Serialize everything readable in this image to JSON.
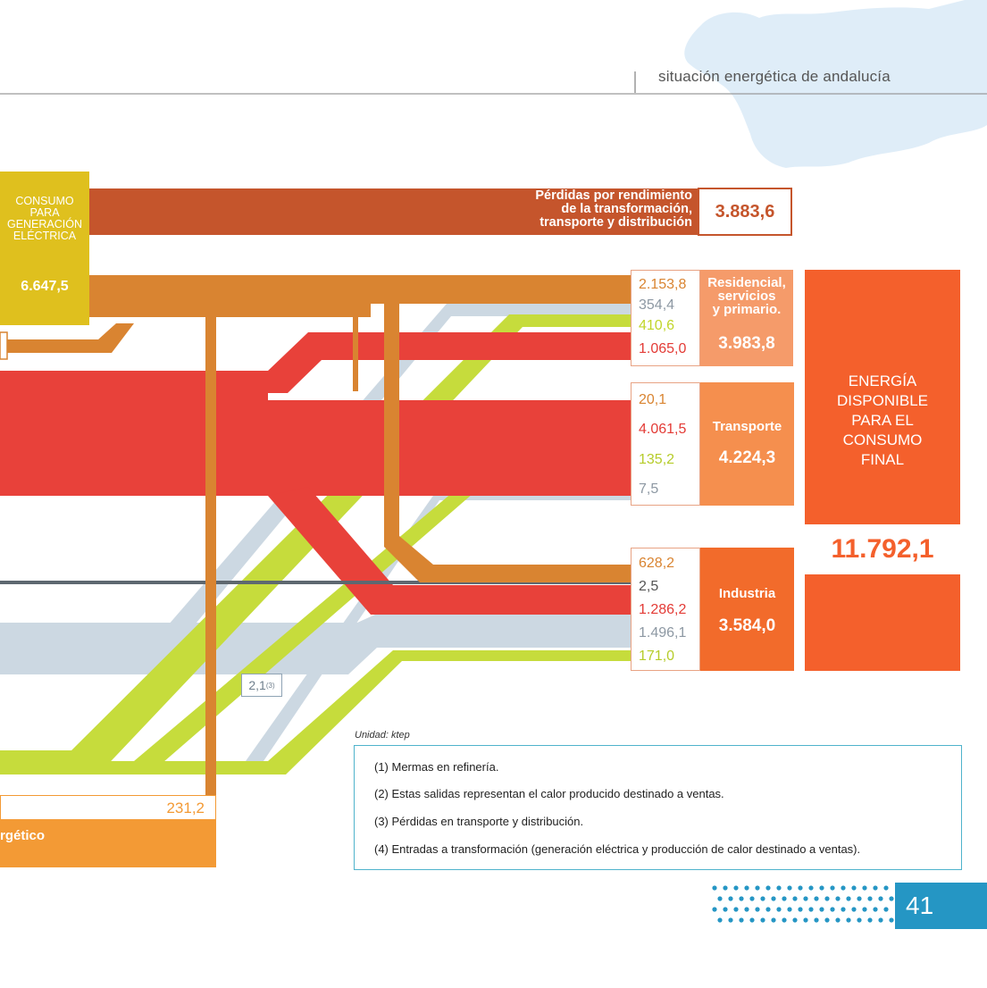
{
  "header": {
    "title": "situación energética de andalucía"
  },
  "generation": {
    "label_lines": [
      "CONSUMO",
      "PARA",
      "GENERACIÓN",
      "ELÉCTRICA"
    ],
    "value": "6.647,5"
  },
  "losses": {
    "label_lines": [
      "Pérdidas por rendimiento",
      "de la transformación,",
      "transporte y distribución"
    ],
    "value": "3.883,6"
  },
  "sectors": [
    {
      "id": "residencial",
      "name_lines": [
        "Residencial,",
        "servicios",
        "y primario."
      ],
      "total": "3.983,8",
      "color": "#f59b6a",
      "values": [
        {
          "v": "2.153,8",
          "color": "#d98431"
        },
        {
          "v": "354,4",
          "color": "#8d98a3"
        },
        {
          "v": "410,6",
          "color": "#c1d529"
        },
        {
          "v": "1.065,0",
          "color": "#e33b36"
        }
      ]
    },
    {
      "id": "transporte",
      "name_lines": [
        "Transporte"
      ],
      "total": "4.224,3",
      "color": "#f58f4e",
      "values": [
        {
          "v": "20,1",
          "color": "#d98431"
        },
        {
          "v": "4.061,5",
          "color": "#e33b36"
        },
        {
          "v": "135,2",
          "color": "#b6cc2a"
        },
        {
          "v": "7,5",
          "color": "#8d98a3"
        }
      ]
    },
    {
      "id": "industria",
      "name_lines": [
        "Industria"
      ],
      "total": "3.584,0",
      "color": "#f26b2b",
      "values": [
        {
          "v": "628,2",
          "color": "#d98431"
        },
        {
          "v": "2,5",
          "color": "#555555"
        },
        {
          "v": "1.286,2",
          "color": "#e33b36"
        },
        {
          "v": "1.496,1",
          "color": "#8d98a3"
        },
        {
          "v": "171,0",
          "color": "#b6cc2a"
        }
      ]
    }
  ],
  "final": {
    "label_lines": [
      "ENERGÍA",
      "DISPONIBLE",
      "PARA EL",
      "CONSUMO",
      "FINAL"
    ],
    "value": "11.792,1"
  },
  "transport_loss": {
    "value": "2,1",
    "note_ref": "(3)"
  },
  "bottom": {
    "value": "231,2",
    "label": "rgético"
  },
  "unit": "Unidad: ktep",
  "notes": [
    "(1) Mermas en refinería.",
    "(2) Estas salidas representan el calor producido destinado a ventas.",
    "(3) Pérdidas en transporte y distribución.",
    "(4) Entradas a transformación (generación eléctrica y producción de calor destinado a ventas)."
  ],
  "page_number": "41",
  "colors": {
    "losses": "#c5552c",
    "generation": "#dfc01e",
    "final": "#f4602c",
    "accent": "#2596c4"
  }
}
